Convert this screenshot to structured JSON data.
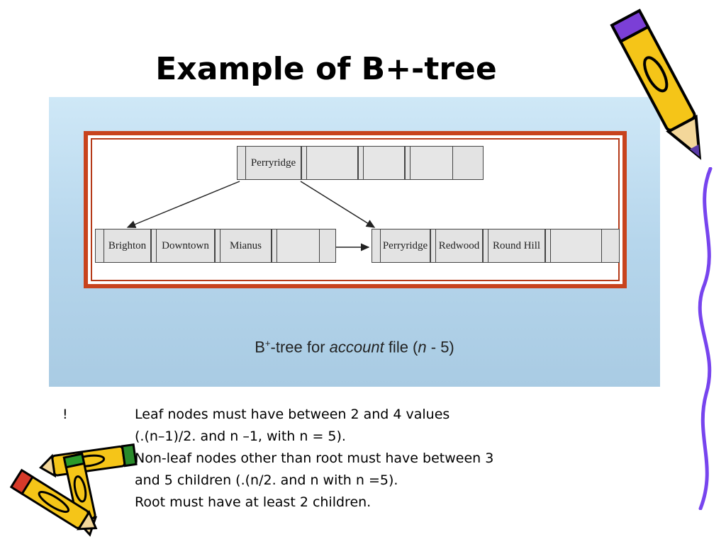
{
  "slide": {
    "title": "Example of B+-tree"
  },
  "figure": {
    "root_node": {
      "keys": [
        "Perryridge",
        "",
        "",
        ""
      ]
    },
    "leaf_nodes": [
      {
        "keys": [
          "Brighton",
          "Downtown",
          "Mianus",
          ""
        ]
      },
      {
        "keys": [
          "Perryridge",
          "Redwood",
          "Round Hill",
          ""
        ]
      }
    ],
    "caption": {
      "prefix": "B",
      "sup": "+",
      "middle": "-tree for ",
      "italic_word": "account",
      "after_word": " file (",
      "n_var": "n",
      "suffix": " - 5)"
    }
  },
  "bullet": {
    "mark": "!",
    "lines": [
      "Leaf nodes must have between 2 and 4 values",
      "(.(n–1)/2. and n –1, with n = 5).",
      "Non-leaf nodes other than root must have between 3",
      "and 5 children (.(n/2. and n with n =5).",
      "Root must have at least 2 children."
    ]
  },
  "decorations": {
    "icons": [
      "pencil-icon",
      "pencil-icon",
      "pencil-icon",
      "pencil-icon"
    ],
    "colors": {
      "frame": "#c8431d",
      "panel": "#b6d6ec",
      "squiggle": "#7744ee",
      "pencil_body": "#f5c518"
    }
  }
}
